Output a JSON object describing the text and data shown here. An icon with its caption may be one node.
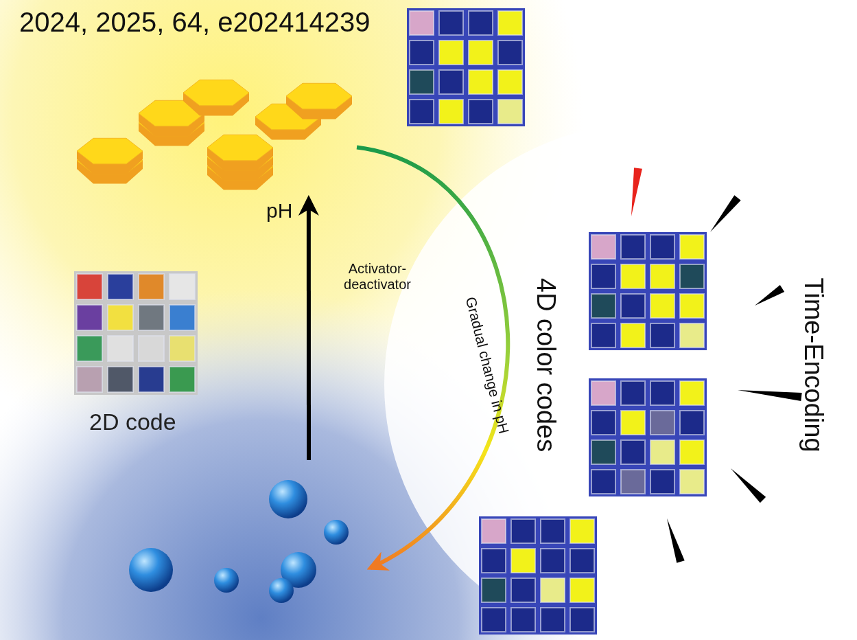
{
  "diagram": {
    "title": "2024, 2025, 64, e202414239",
    "nodes": [
      {
        "text": [],
        "shape": "picture"
      },
      {
        "text": [],
        "shape": "picture"
      },
      {
        "text": [],
        "shape": "picture",
        "beside": [
          "2D code"
        ]
      },
      {
        "text": [],
        "shape": "picture"
      },
      {
        "text": [],
        "shape": "picture"
      },
      {
        "text": [],
        "shape": "picture"
      },
      {
        "text": [],
        "shape": "picture"
      }
    ],
    "edges": [
      {
        "from": 1,
        "to": 0,
        "arrow": "to",
        "label": "Activator-deactivator"
      },
      {
        "from": 0,
        "to": 1,
        "arrow": "to",
        "label": "Gradual change in pH"
      }
    ],
    "labels": [
      "pH",
      "4D color codes",
      "Time-Encoding"
    ]
  }
}
